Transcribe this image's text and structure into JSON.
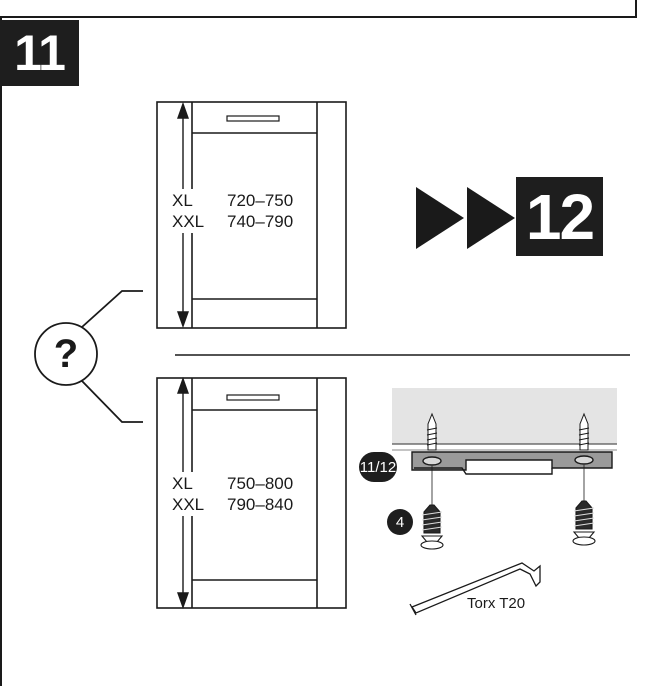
{
  "step": {
    "current": "11",
    "next": "12"
  },
  "measurements": [
    {
      "rows": [
        {
          "size": "XL",
          "range": "720–750"
        },
        {
          "size": "XXL",
          "range": "740–790"
        }
      ]
    },
    {
      "rows": [
        {
          "size": "XL",
          "range": "750–800"
        },
        {
          "size": "XXL",
          "range": "790–840"
        }
      ]
    }
  ],
  "question_mark": "?",
  "callouts": {
    "bracket": "11/12",
    "screw": "4"
  },
  "tool_label": "Torx T20"
}
